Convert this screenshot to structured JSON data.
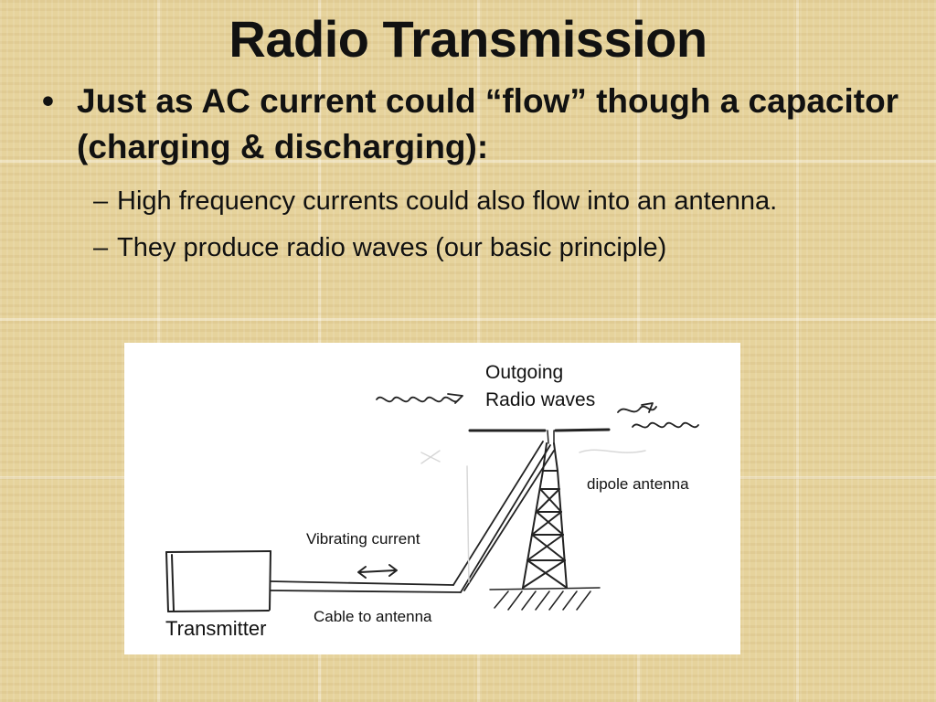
{
  "slide": {
    "title": "Radio Transmission",
    "bullet_main": "Just as AC current could “flow” though a capacitor (charging & discharging):",
    "sub_bullets": [
      "High frequency currents could also flow into an antenna.",
      "They produce radio waves (our basic principle)"
    ],
    "bullet_symbol": "•",
    "dash_symbol": "–"
  },
  "diagram": {
    "outgoing_line1": "Outgoing",
    "outgoing_line2": "Radio waves",
    "dipole_label": "dipole antenna",
    "vibrating_label": "Vibrating current",
    "cable_label": "Cable to antenna",
    "transmitter_label": "Transmitter"
  }
}
